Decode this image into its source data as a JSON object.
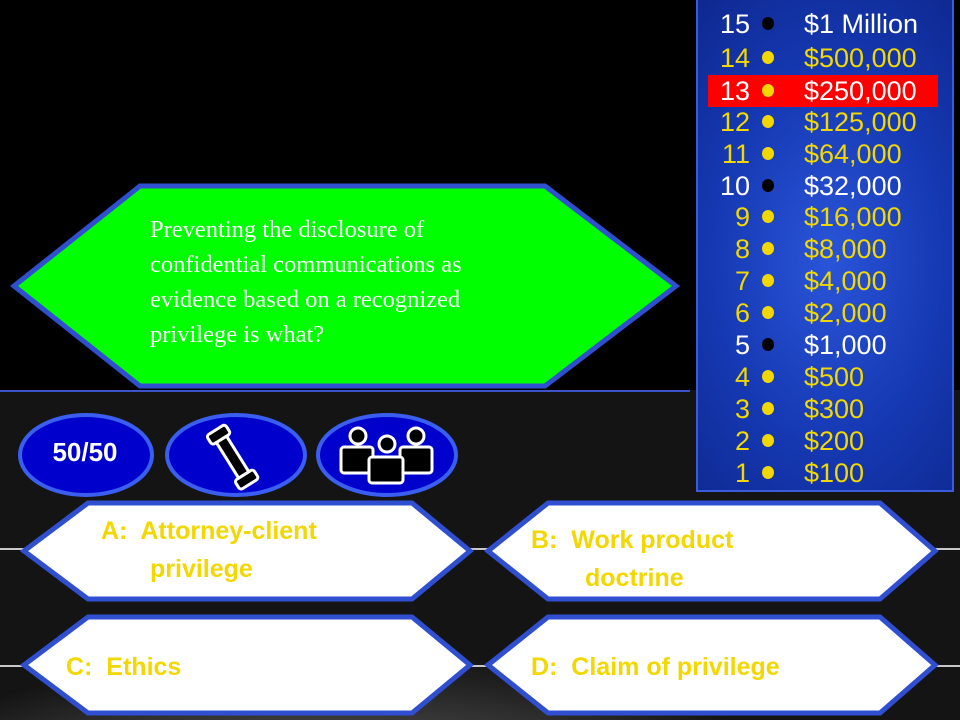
{
  "question": {
    "lines": [
      "Preventing the disclosure of",
      "confidential communications as",
      "evidence based on a recognized",
      "privilege is what?"
    ]
  },
  "answers": [
    {
      "letter": "A:",
      "lines": [
        "Attorney-client",
        "privilege"
      ]
    },
    {
      "letter": "B:",
      "lines": [
        "Work product",
        "doctrine"
      ]
    },
    {
      "letter": "C:",
      "lines": [
        "Ethics"
      ]
    },
    {
      "letter": "D:",
      "lines": [
        "Claim of privilege"
      ]
    }
  ],
  "lifelines": {
    "fifty_fifty": "50/50",
    "phone_icon": "phone-icon",
    "audience_icon": "audience-icon"
  },
  "money_ladder": [
    {
      "level": "15",
      "amount": "$1 Million",
      "milestone": true
    },
    {
      "level": "14",
      "amount": "$500,000",
      "milestone": false
    },
    {
      "level": "13",
      "amount": "$250,000",
      "milestone": false,
      "current": true
    },
    {
      "level": "12",
      "amount": "$125,000",
      "milestone": false
    },
    {
      "level": "11",
      "amount": "$64,000",
      "milestone": false
    },
    {
      "level": "10",
      "amount": "$32,000",
      "milestone": true
    },
    {
      "level": "9",
      "amount": "$16,000",
      "milestone": false
    },
    {
      "level": "8",
      "amount": "$8,000",
      "milestone": false
    },
    {
      "level": "7",
      "amount": "$4,000",
      "milestone": false
    },
    {
      "level": "6",
      "amount": "$2,000",
      "milestone": false
    },
    {
      "level": "5",
      "amount": "$1,000",
      "milestone": true
    },
    {
      "level": "4",
      "amount": "$500",
      "milestone": false
    },
    {
      "level": "3",
      "amount": "$300",
      "milestone": false
    },
    {
      "level": "2",
      "amount": "$200",
      "milestone": false
    },
    {
      "level": "1",
      "amount": "$100",
      "milestone": false
    }
  ],
  "colors": {
    "question_fill": "#00ff00",
    "answer_fill": "#ffffff",
    "frame_blue": "#2f4fd0",
    "text_gold": "#f2d700",
    "current_level": "#ff0000"
  }
}
